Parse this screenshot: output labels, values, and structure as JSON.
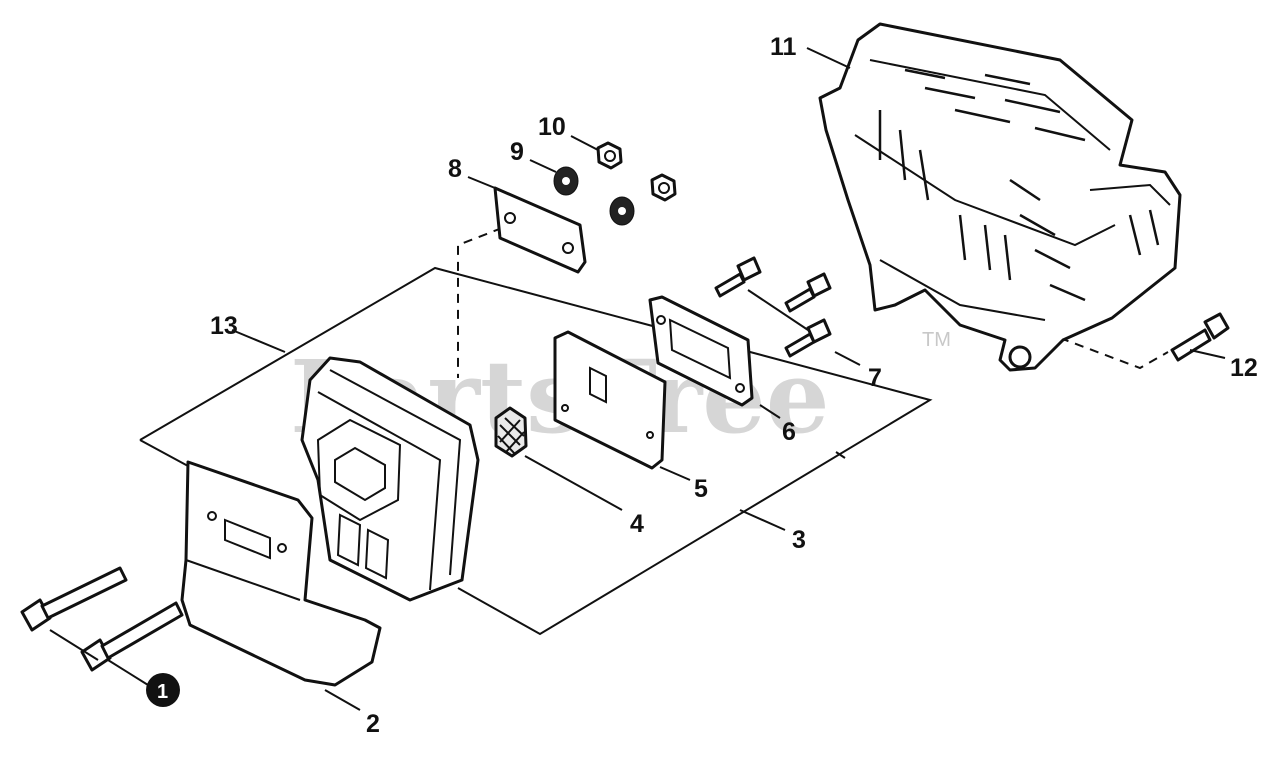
{
  "watermark": {
    "text": "PartsTree",
    "trademark": "TM"
  },
  "badge": {
    "label": "1"
  },
  "callouts": {
    "c2": "2",
    "c3": "3",
    "c4": "4",
    "c5": "5",
    "c6": "6",
    "c7": "7",
    "c8": "8",
    "c9": "9",
    "c10": "10",
    "c11": "11",
    "c12": "12",
    "c13": "13"
  }
}
